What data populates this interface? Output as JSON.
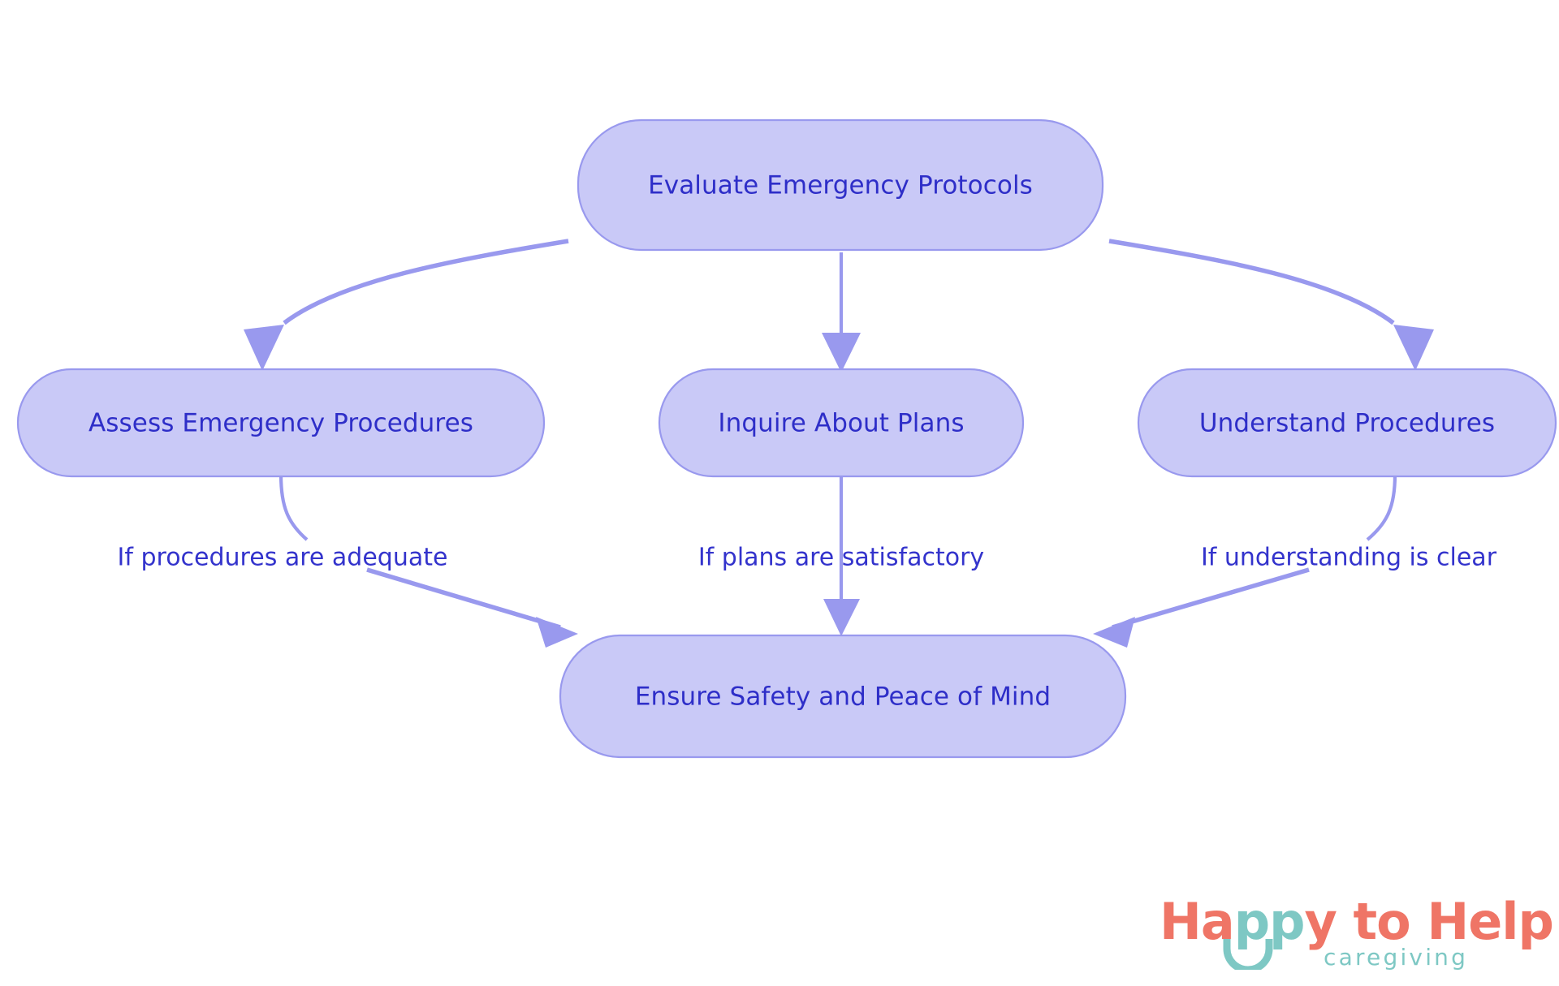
{
  "diagram": {
    "type": "flowchart",
    "direction": "top-down",
    "background_color": "#ffffff",
    "node_fill_color": "#c9c9f7",
    "node_border_color": "#9999ee",
    "node_text_color": "#2e2ec8",
    "edge_color": "#9999ee",
    "edge_label_color": "#3333cc",
    "nodes": [
      {
        "id": "evaluate",
        "label": "Evaluate Emergency Protocols"
      },
      {
        "id": "assess",
        "label": "Assess Emergency Procedures"
      },
      {
        "id": "inquire",
        "label": "Inquire About Plans"
      },
      {
        "id": "understand",
        "label": "Understand Procedures"
      },
      {
        "id": "ensure",
        "label": "Ensure Safety and Peace of Mind"
      }
    ],
    "edges": [
      {
        "from": "evaluate",
        "to": "assess",
        "label": ""
      },
      {
        "from": "evaluate",
        "to": "inquire",
        "label": ""
      },
      {
        "from": "evaluate",
        "to": "understand",
        "label": ""
      },
      {
        "from": "assess",
        "to": "ensure",
        "label": "If procedures are adequate"
      },
      {
        "from": "inquire",
        "to": "ensure",
        "label": "If plans are satisfactory"
      },
      {
        "from": "understand",
        "to": "ensure",
        "label": "If understanding is clear"
      }
    ]
  },
  "logo": {
    "part1": "Ha",
    "part2": "pp",
    "part3": "y to Help",
    "tagline": "caregiving",
    "coral_color": "#ef7566",
    "teal_color": "#7ec8c4"
  }
}
